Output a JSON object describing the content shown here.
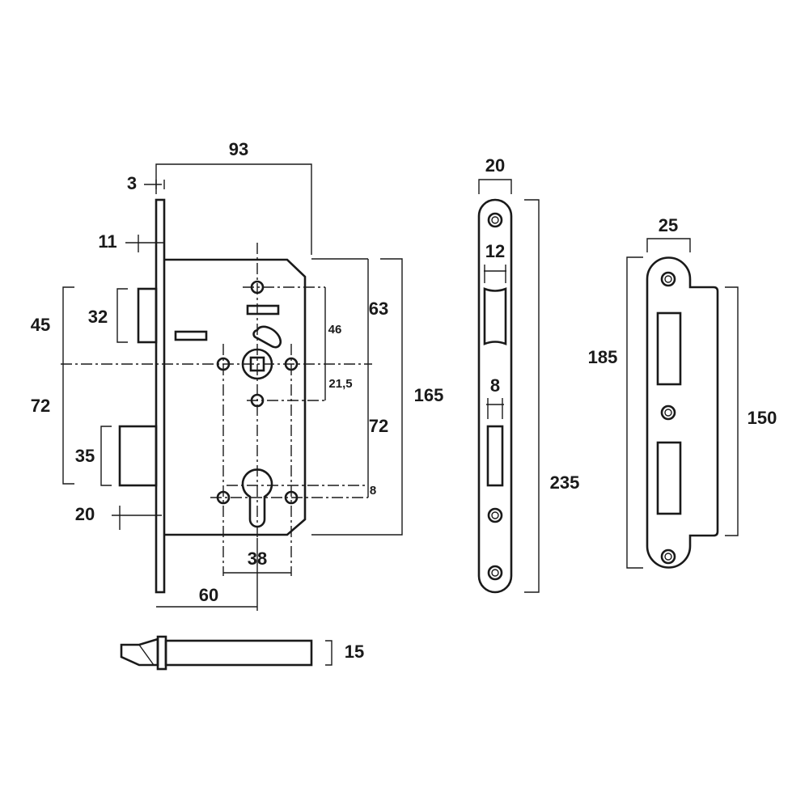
{
  "lock_case": {
    "dims": {
      "backset_total": "93",
      "faceplate_thickness": "3",
      "latch_offset": "11",
      "latch_center": "45",
      "latch_height": "32",
      "bolt_center": "72",
      "bolt_height": "35",
      "bolt_throw": "20",
      "backset": "60",
      "cylinder_fix": "38",
      "top_to_follower": "63",
      "fix_holes": "46",
      "follower_to_hole": "21,5",
      "follower_to_cylinder": "72",
      "cylinder_offset": "8",
      "case_height": "165"
    }
  },
  "faceplate": {
    "dims": {
      "width": "20",
      "latch_slot": "12",
      "bolt_slot": "8",
      "height": "235"
    }
  },
  "strike_plate": {
    "dims": {
      "width": "25",
      "height": "185",
      "box_height": "150"
    }
  },
  "bottom_view": {
    "dims": {
      "thickness": "15"
    }
  }
}
